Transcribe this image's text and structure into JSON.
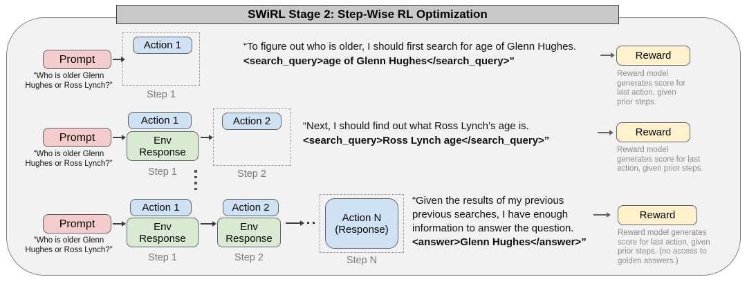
{
  "title": "SWiRL Stage 2: Step-Wise RL Optimization",
  "colors": {
    "prompt_fill": "#f4cccc",
    "action_fill": "#cfe2f3",
    "env_fill": "#d9ead3",
    "reward_fill": "#fff2cc",
    "panel_fill": "#f2f2f2",
    "title_fill": "#c9c9c9"
  },
  "shared": {
    "prompt_label": "Prompt",
    "prompt_caption_line1": "“Who is older Glenn",
    "prompt_caption_line2": "Hughes or Ross Lynch?”",
    "action1_label": "Action 1",
    "action2_label": "Action 2",
    "actionN_line1": "Action N",
    "actionN_line2": "(Response)",
    "env_line1": "Env",
    "env_line2": "Response",
    "reward_label": "Reward",
    "step1_label": "Step 1",
    "step2_label": "Step 2",
    "stepN_label": "Step N"
  },
  "rows": [
    {
      "quote_lines": [
        "“To figure out who is older, I should first search for age of Glenn Hughes.",
        "<search_query>age of Glenn Hughes</search_query>”"
      ],
      "reward_caption_lines": [
        "Reward model",
        "generates score for",
        "last action, given",
        "prior steps."
      ]
    },
    {
      "quote_lines": [
        "“Next, I should find out what Ross Lynch’s age is.",
        "<search_query>Ross Lynch age</search_query>”"
      ],
      "reward_caption_lines": [
        "Reward model",
        "generates score for last",
        "action, given prior steps."
      ]
    },
    {
      "quote_lines": [
        "“Given the results of my previous",
        "previous searches, I have enough",
        "information to answer the question.",
        "<answer>Glenn Hughes</answer>”"
      ],
      "reward_caption_lines": [
        "Reward model generates",
        "score for last action, given",
        "prior steps. (no access to",
        "golden answers.)"
      ]
    }
  ]
}
